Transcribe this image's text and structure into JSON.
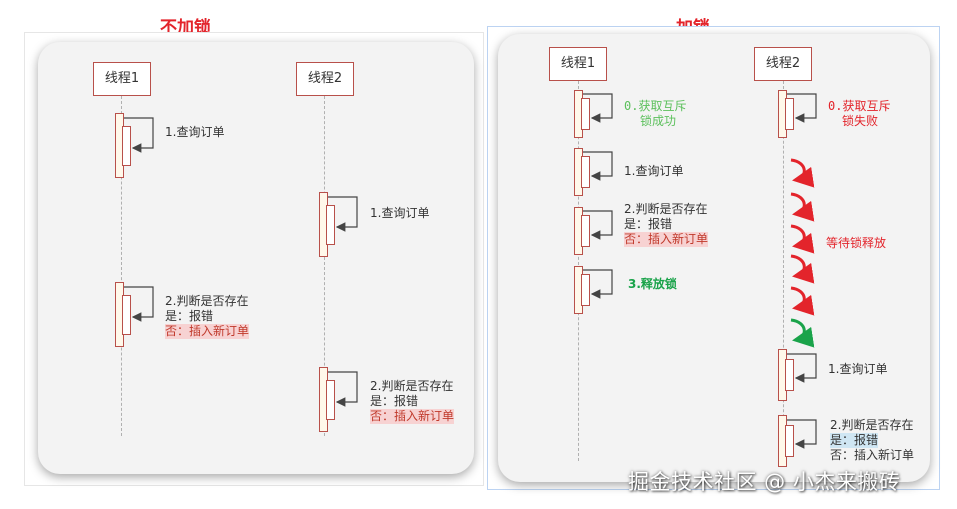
{
  "left_panel": {
    "title": "不加锁",
    "thread1": "线程1",
    "thread2": "线程2",
    "t1_step1": "1.查询订单",
    "t1_step2_line1": "2.判断是否存在",
    "t1_step2_line2": "是：报错",
    "t1_step2_line3": "否：插入新订单",
    "t2_step1": "1.查询订单",
    "t2_step2_line1": "2.判断是否存在",
    "t2_step2_line2": "是：报错",
    "t2_step2_line3": "否：插入新订单"
  },
  "right_panel": {
    "title": "加锁",
    "thread1": "线程1",
    "thread2": "线程2",
    "t1_lock_line1": "0.获取互斥",
    "t1_lock_line2": "锁成功",
    "t1_step1": "1.查询订单",
    "t1_step2_line1": "2.判断是否存在",
    "t1_step2_line2": "是：报错",
    "t1_step2_line3": "否：插入新订单",
    "t1_release": "3.释放锁",
    "t2_lock_line1": "0.获取互斥",
    "t2_lock_line2": "锁失败",
    "t2_wait": "等待锁释放",
    "t2_step1": "1.查询订单",
    "t2_step2_line1": "2.判断是否存在",
    "t2_step2_line2": "是：报错",
    "t2_step2_line3": "否：插入新订单"
  },
  "watermark": "掘金技术社区 @ 小杰来搬砖",
  "colors": {
    "accent_red": "#e3242b",
    "success_green": "#1aa34a",
    "actor_border": "#b8504a"
  }
}
